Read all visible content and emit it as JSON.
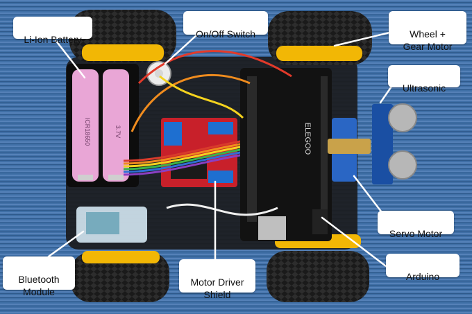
{
  "figure": {
    "labels": {
      "battery": "Li-Ion Battery",
      "switch": "On/Off Switch",
      "wheel_motor": "Wheel +\nGear Motor",
      "ultrasonic": "Ultrasonic",
      "servo": "Servo Motor",
      "arduino": "Arduino",
      "motor_driver": "Motor Driver\nShield",
      "bluetooth": "Bluetooth\nModule"
    },
    "photo_text": {
      "arduino_brand": "ELEGOO",
      "battery_print_1": "ICR18650",
      "battery_print_2": "3.7V"
    },
    "colors": {
      "mat_blue": "#3f6fa6",
      "chassis": "#1b1b1d",
      "wheel_hub_yellow": "#f2b705",
      "battery_pink": "#e9a6d6",
      "driver_red": "#c8202a",
      "arduino_black": "#121212",
      "callout_bg": "#ffffff",
      "leader_line": "#ffffff"
    }
  }
}
